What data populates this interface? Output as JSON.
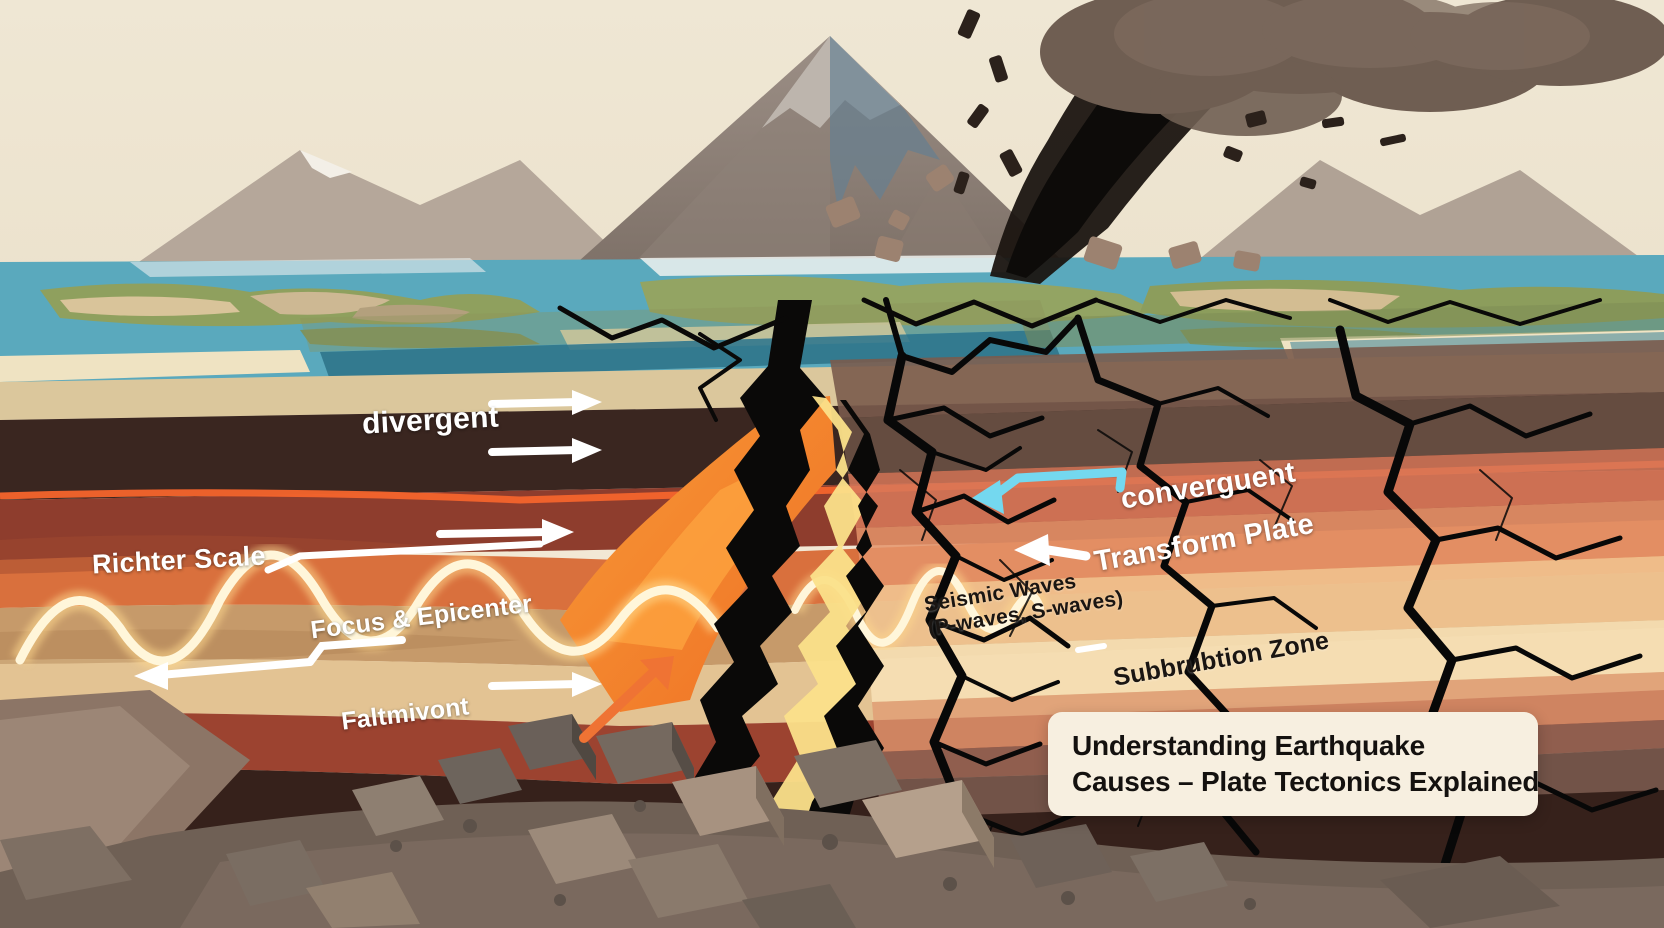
{
  "illustration": {
    "kind": "earthquake-plate-tectonics-cross-section",
    "sky_color": "#efe6d2",
    "ocean_color": "#5aa9bd",
    "deep_ocean_color": "#2d7489",
    "land_color": "#7f9153",
    "sand_color": "#ddc69c",
    "crust_color": "#3a2620",
    "mantle_red": "#8f3b2d",
    "mantle_orange": "#e07b3c",
    "magma_color": "#f5922f",
    "wave_color": "#fff3cf",
    "crack_color": "#070707",
    "smoke_color": "#6f5e52",
    "convergent_arrow_color": "#74d8ef",
    "magma_arrow_color": "#ef7334",
    "card_color": "#f7efe0"
  },
  "labels": {
    "divergent": "divergent",
    "richter_scale": "Richter Scale",
    "focus_epicenter": "Focus & Epicenter",
    "fault_movement": "Faltmivont",
    "convergent": "converguent",
    "transform_plate": "Transform Plate",
    "seismic_waves": "Seismic Waves\n(P-waves, S-waves)",
    "subduction_zone": "Subbrubtion Zone"
  },
  "title_card": {
    "line1": "Understanding Earthquake",
    "line2": "Causes – Plate Tectonics Explained"
  }
}
